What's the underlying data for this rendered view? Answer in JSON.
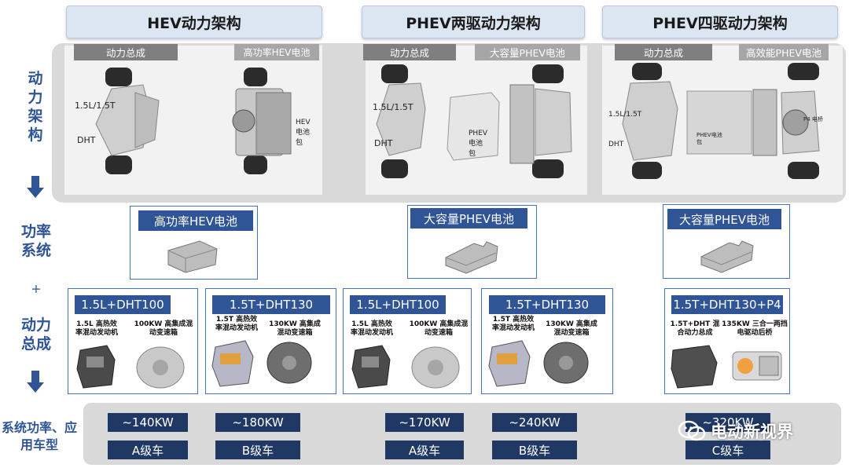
{
  "headers": {
    "hev": "HEV动力架构",
    "phev2": "PHEV两驱动力架构",
    "phev4": "PHEV四驱动力架构"
  },
  "side_labels": {
    "arch": "动力架构",
    "power_system": "功率系统",
    "plus": "+",
    "powertrain": "动力总成",
    "bottom": "系统功率、应用车型"
  },
  "tags": {
    "hev_powertrain": "动力总成",
    "hev_battery": "高功率HEV电池",
    "phev2_powertrain": "动力总成",
    "phev2_battery": "大容量PHEV电池",
    "phev4_powertrain": "动力总成",
    "phev4_battery": "高效能PHEV电池"
  },
  "chassis_text": {
    "hev_engine": "1.5L/1.5T",
    "hev_dht": "DHT",
    "hev_battery": "HEV电池包",
    "phev2_engine": "1.5L/1.5T",
    "phev2_dht": "DHT",
    "phev2_battery": "PHEV电池包",
    "phev4_engine": "1.5L/1.5T",
    "phev4_dht": "DHT",
    "phev4_battery": "PHEV电池包",
    "phev4_p4": "P4 电桥"
  },
  "batteries": {
    "hev": "高功率HEV电池",
    "phev2": "大容量PHEV电池",
    "phev4": "大容量PHEV电池"
  },
  "powertrains": [
    {
      "title": "1.5L+DHT100",
      "engine": "1.5L 高热效率混动发动机",
      "trans": "100KW 高集成混动变速箱"
    },
    {
      "title": "1.5T+DHT130",
      "engine": "1.5T 高热效率混动发动机",
      "trans": "130KW 高集成混动变速箱"
    },
    {
      "title": "1.5L+DHT100",
      "engine": "1.5L 高热效率混动发动机",
      "trans": "100KW 高集成混动变速箱"
    },
    {
      "title": "1.5T+DHT130",
      "engine": "1.5T 高热效率混动发动机",
      "trans": "130KW 高集成混动变速箱"
    },
    {
      "title": "1.5T+DHT130+P4",
      "engine": "1.5T+DHT 混合动力总成",
      "trans": "135KW 三合一两挡电驱动后桥"
    }
  ],
  "power_ratings": [
    "~140KW",
    "~180KW",
    "~170KW",
    "~240KW",
    "~320KW"
  ],
  "vehicle_classes": [
    "A级车",
    "B级车",
    "A级车",
    "B级车",
    "C级车"
  ],
  "watermark": "电动新视界",
  "colors": {
    "accent_blue": "#2f5597",
    "dark_navy": "#1f3864",
    "band_grey": "#d9d9d9",
    "header_bg": "#dce6f2"
  }
}
